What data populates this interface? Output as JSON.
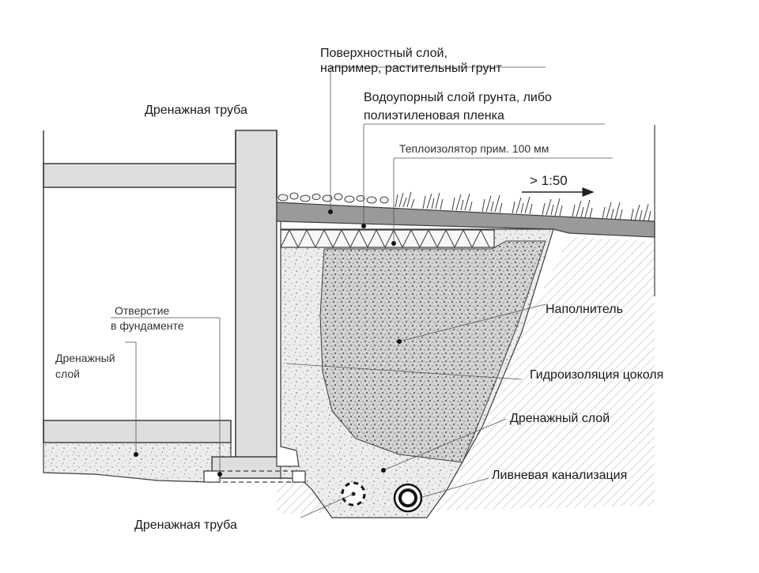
{
  "labels": {
    "surface_layer_line1": "Поверхностный слой,",
    "surface_layer_line2": "например, растительный грунт",
    "waterproof_layer_line1": "Водоупорный слой грунта, либо",
    "waterproof_layer_line2": "полиэтиленовая пленка",
    "drain_pipe_top": "Дренажная труба",
    "insulation": "Теплоизолятор прим. 100 мм",
    "slope": "> 1:50",
    "foundation_hole_line1": "Отверстие",
    "foundation_hole_line2": "в фундаменте",
    "drainage_layer_left_line1": "Дренажный",
    "drainage_layer_left_line2": "слой",
    "filler": "Наполнитель",
    "plinth_waterproofing": "Гидроизоляция цоколя",
    "drainage_layer_right": "Дренажный слой",
    "storm_sewer": "Ливневая канализация",
    "drain_pipe_bottom": "Дренажная труба"
  },
  "colors": {
    "concrete": "#dedede",
    "ground": "#9a9a9a",
    "gravel": "#ececec",
    "filler": "#cfcfcf",
    "line": "#3c3c3c",
    "dot": "#111111"
  }
}
